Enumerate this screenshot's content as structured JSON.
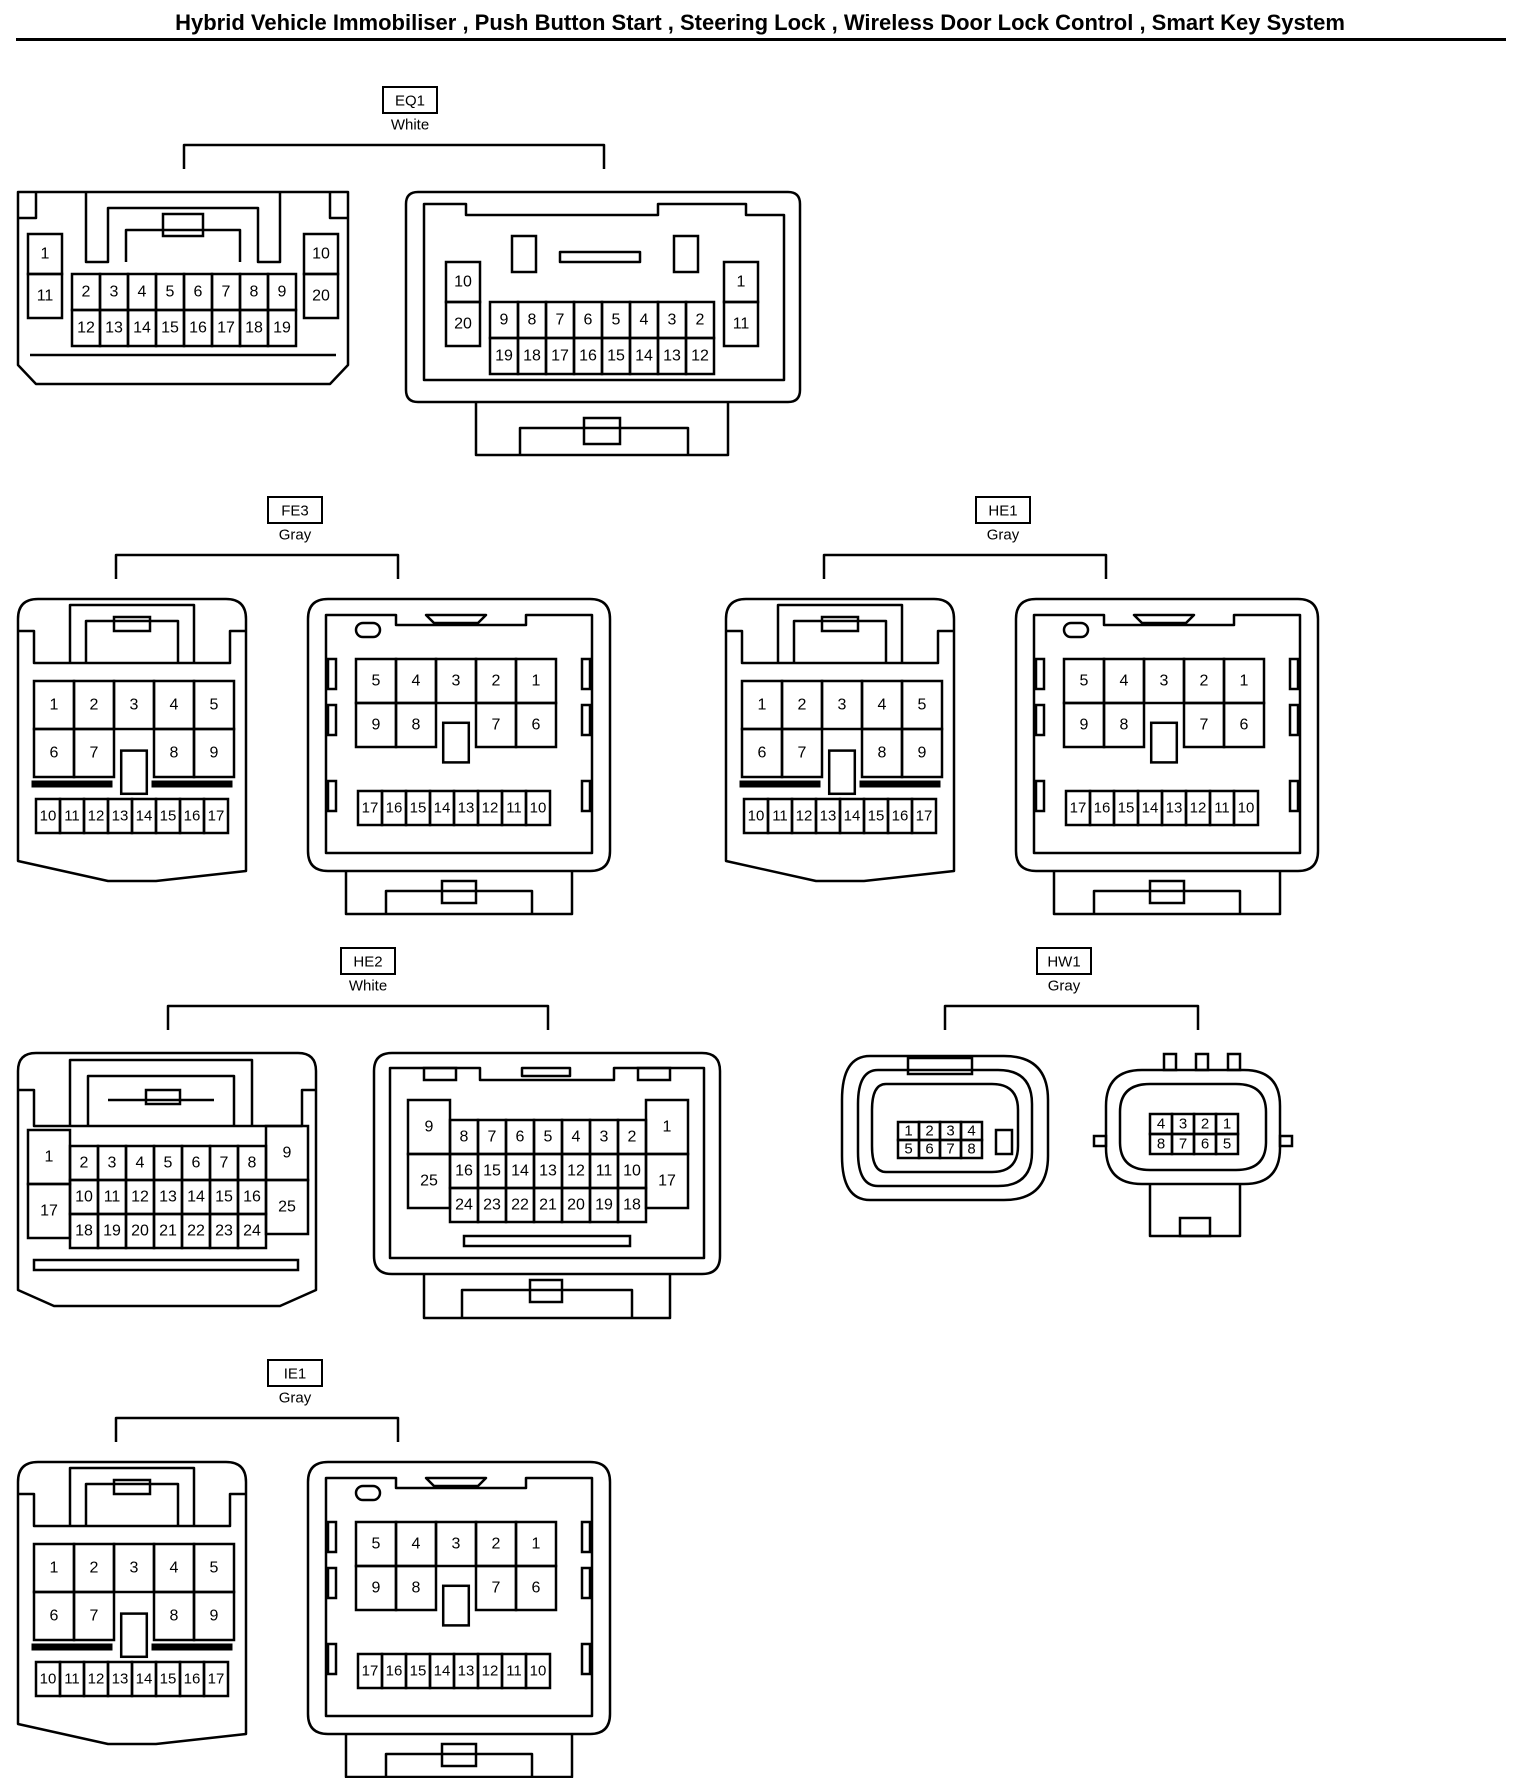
{
  "title": "Hybrid Vehicle Immobiliser , Push Button Start , Steering Lock , Wireless Door Lock Control , Smart Key System",
  "connectors": [
    {
      "id": "EQ1",
      "color": "White",
      "views": [
        {
          "cells": [
            [
              "1"
            ],
            [
              "11"
            ],
            [
              "2",
              "3",
              "4",
              "5",
              "6",
              "7",
              "8",
              "9"
            ],
            [
              "12",
              "13",
              "14",
              "15",
              "16",
              "17",
              "18",
              "19"
            ],
            [
              "10"
            ],
            [
              "20"
            ]
          ]
        },
        {
          "cells": [
            [
              "10"
            ],
            [
              "20"
            ],
            [
              "9",
              "8",
              "7",
              "6",
              "5",
              "4",
              "3",
              "2"
            ],
            [
              "19",
              "18",
              "17",
              "16",
              "15",
              "14",
              "13",
              "12"
            ],
            [
              "1"
            ],
            [
              "11"
            ]
          ]
        }
      ]
    },
    {
      "id": "FE3",
      "color": "Gray",
      "views": [
        {
          "cells": [
            [
              "1",
              "2",
              "3",
              "4",
              "5"
            ],
            [
              "6",
              "7",
              "",
              "8",
              "9"
            ],
            [
              "10",
              "11",
              "12",
              "13",
              "14",
              "15",
              "16",
              "17"
            ]
          ]
        },
        {
          "cells": [
            [
              "5",
              "4",
              "3",
              "2",
              "1"
            ],
            [
              "9",
              "8",
              "",
              "7",
              "6"
            ],
            [
              "17",
              "16",
              "15",
              "14",
              "13",
              "12",
              "11",
              "10"
            ]
          ]
        }
      ]
    },
    {
      "id": "HE1",
      "color": "Gray",
      "views": [
        {
          "cells": [
            [
              "1",
              "2",
              "3",
              "4",
              "5"
            ],
            [
              "6",
              "7",
              "",
              "8",
              "9"
            ],
            [
              "10",
              "11",
              "12",
              "13",
              "14",
              "15",
              "16",
              "17"
            ]
          ]
        },
        {
          "cells": [
            [
              "5",
              "4",
              "3",
              "2",
              "1"
            ],
            [
              "9",
              "8",
              "",
              "7",
              "6"
            ],
            [
              "17",
              "16",
              "15",
              "14",
              "13",
              "12",
              "11",
              "10"
            ]
          ]
        }
      ]
    },
    {
      "id": "HE2",
      "color": "White",
      "views": [
        {
          "cells": [
            [
              "1"
            ],
            [
              "17"
            ],
            [
              "2",
              "3",
              "4",
              "5",
              "6",
              "7",
              "8"
            ],
            [
              "10",
              "11",
              "12",
              "13",
              "14",
              "15",
              "16"
            ],
            [
              "18",
              "19",
              "20",
              "21",
              "22",
              "23",
              "24"
            ],
            [
              "9"
            ],
            [
              "25"
            ]
          ]
        },
        {
          "cells": [
            [
              "9"
            ],
            [
              "25"
            ],
            [
              "8",
              "7",
              "6",
              "5",
              "4",
              "3",
              "2"
            ],
            [
              "16",
              "15",
              "14",
              "13",
              "12",
              "11",
              "10"
            ],
            [
              "24",
              "23",
              "22",
              "21",
              "20",
              "19",
              "18"
            ],
            [
              "1"
            ],
            [
              "17"
            ]
          ]
        }
      ]
    },
    {
      "id": "HW1",
      "color": "Gray",
      "views": [
        {
          "cells": [
            [
              "1",
              "2",
              "3",
              "4"
            ],
            [
              "5",
              "6",
              "7",
              "8"
            ]
          ]
        },
        {
          "cells": [
            [
              "4",
              "3",
              "2",
              "1"
            ],
            [
              "8",
              "7",
              "6",
              "5"
            ]
          ]
        }
      ]
    },
    {
      "id": "IE1",
      "color": "Gray",
      "views": [
        {
          "cells": [
            [
              "1",
              "2",
              "3",
              "4",
              "5"
            ],
            [
              "6",
              "7",
              "",
              "8",
              "9"
            ],
            [
              "10",
              "11",
              "12",
              "13",
              "14",
              "15",
              "16",
              "17"
            ]
          ]
        },
        {
          "cells": [
            [
              "5",
              "4",
              "3",
              "2",
              "1"
            ],
            [
              "9",
              "8",
              "",
              "7",
              "6"
            ],
            [
              "17",
              "16",
              "15",
              "14",
              "13",
              "12",
              "11",
              "10"
            ]
          ]
        }
      ]
    }
  ]
}
